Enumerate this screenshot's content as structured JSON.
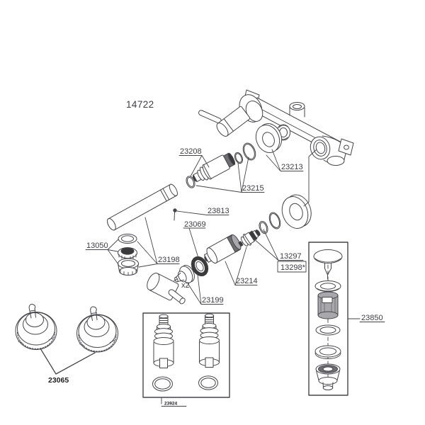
{
  "title": "14722",
  "colors": {
    "line": "#45454b",
    "label": "#3d3d45",
    "label-strong": "#1d1d1f",
    "dark": "#3a3a3a",
    "mid": "#6e6e72",
    "light": "#a8a8ac",
    "bg": "#ffffff"
  },
  "labels": {
    "p23208": "23208",
    "p23213": "23213",
    "p23215": "23215",
    "p23813": "23813",
    "p23069": "23069",
    "p13050": "13050",
    "p23198": "23198",
    "p13297": "13297",
    "p13298": "13298*",
    "p23214": "23214",
    "p23199": "23199",
    "qty_x2": "x2",
    "p23065": "23065",
    "p23924": "23924",
    "p23850": "23850"
  }
}
